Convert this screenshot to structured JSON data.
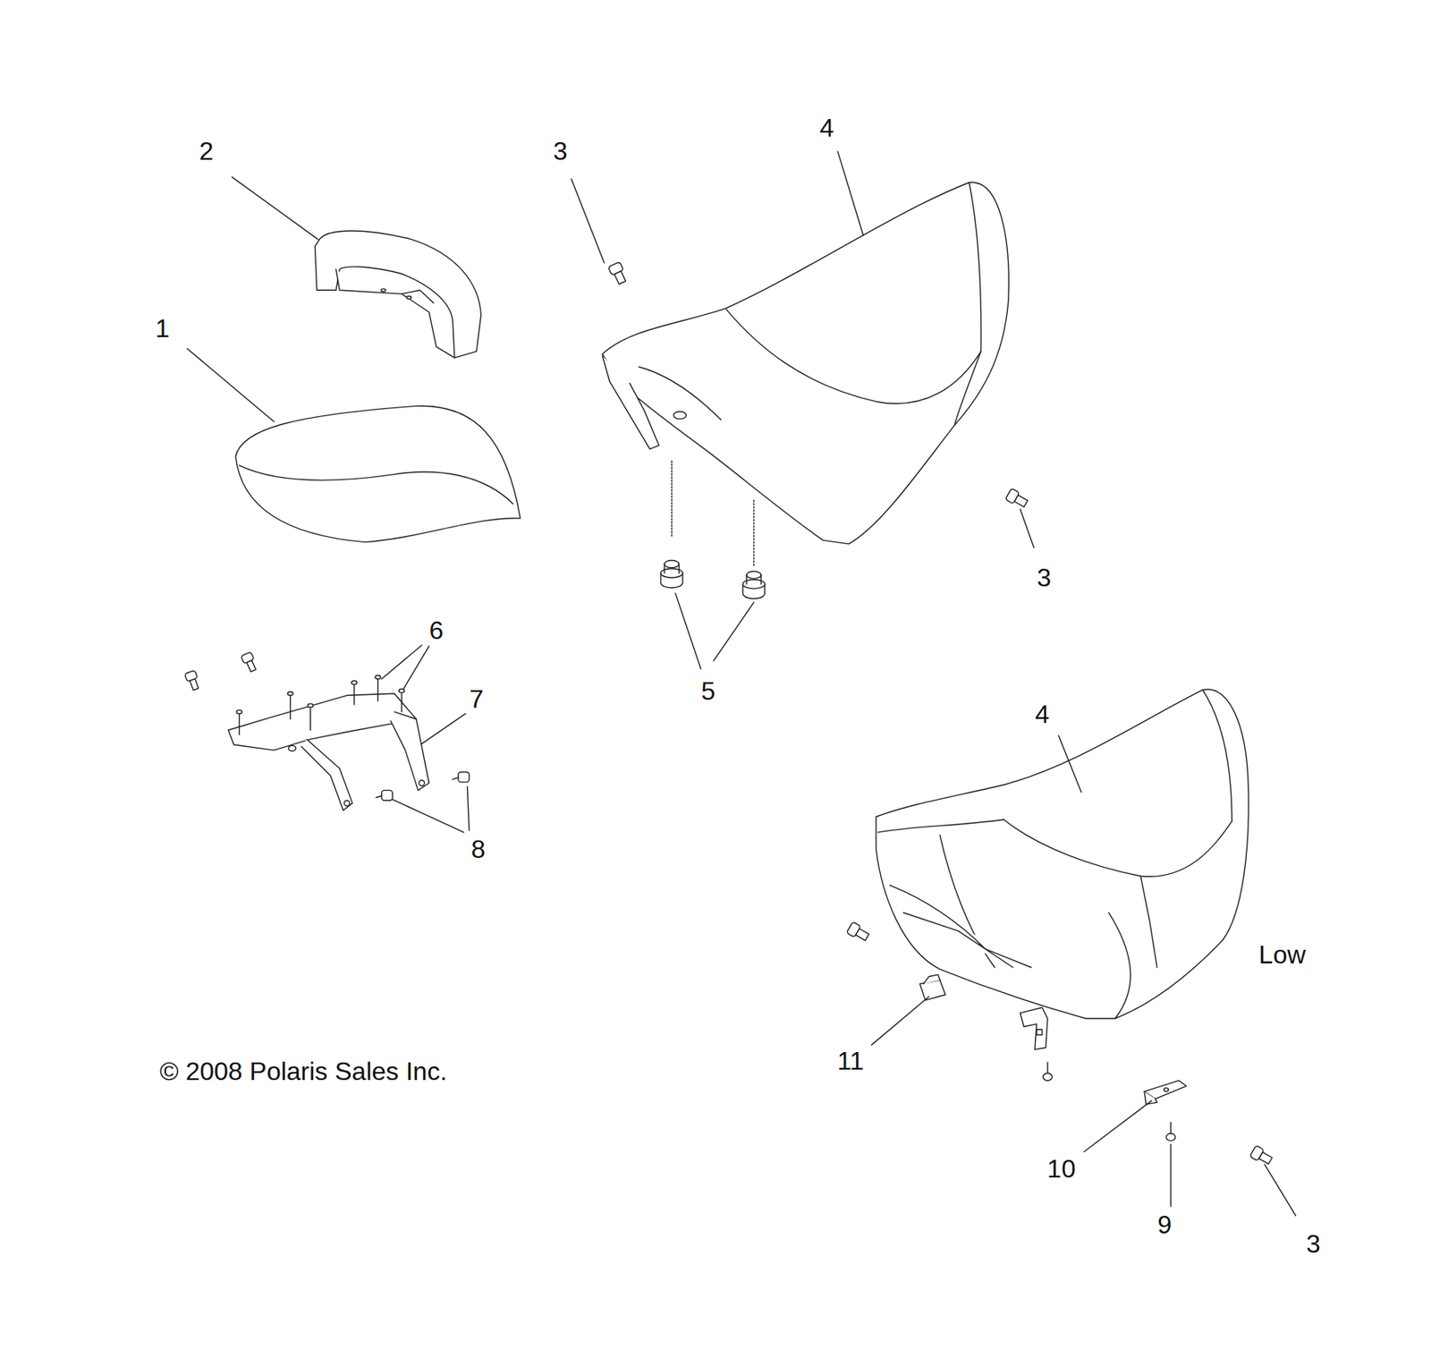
{
  "diagram": {
    "labels": [
      "2",
      "3",
      "4",
      "1",
      "3",
      "5",
      "6",
      "7",
      "8",
      "4",
      "Low",
      "11",
      "10",
      "9",
      "3",
      "© 2008 Polaris Sales Inc."
    ]
  }
}
